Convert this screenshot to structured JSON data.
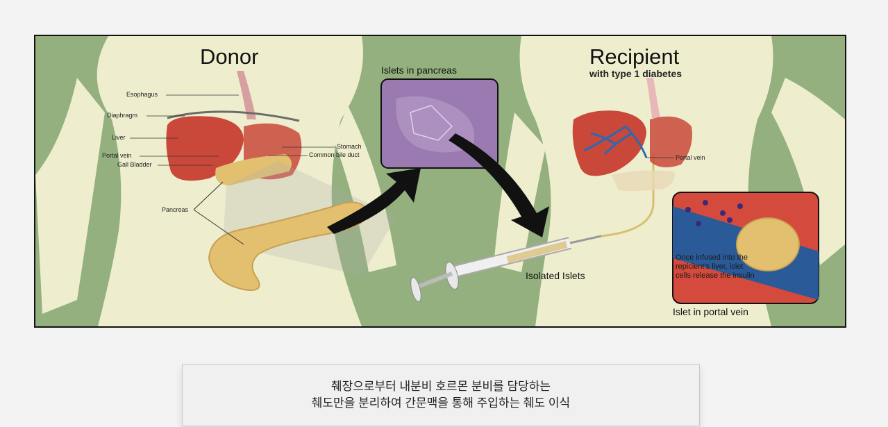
{
  "figure": {
    "donor_title": "Donor",
    "recipient_title": "Recipient",
    "recipient_subtitle": "with type 1 diabetes",
    "islets_in_pancreas": "Islets in pancreas",
    "isolated_islets": "Isolated Islets",
    "islet_in_portal_vein": "Islet in portal vein",
    "inset_note": "Once infused into the repicient's liver, islet cells release the insulin",
    "labels": {
      "esophagus": "Esophagus",
      "diaphragm": "Diaphragm",
      "liver": "Liver",
      "portal_vein": "Portal vein",
      "gall_bladder": "Gall Bladder",
      "stomach": "Stomach",
      "common_bile_duct": "Common bile duct",
      "pancreas": "Pancreas",
      "recipient_portal_vein": "Portal vein"
    },
    "colors": {
      "background": "#93b07e",
      "body": "#eeedce",
      "liver": "#c9483a",
      "pancreas": "#e2c070",
      "histology": "#9a7ab0",
      "vein": "#2a6ab0"
    }
  },
  "caption": {
    "line1": "췌장으로부터 내분비 호르몬 분비를 담당하는",
    "line2": "췌도만을 분리하여 간문맥을 통해 주입하는 췌도 이식"
  }
}
